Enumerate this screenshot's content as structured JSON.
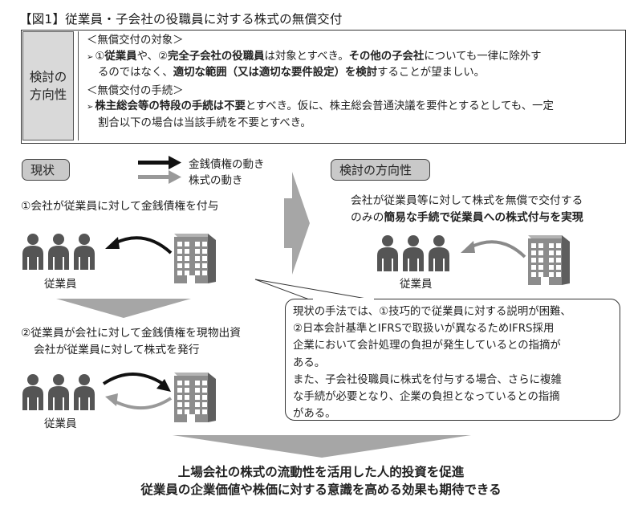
{
  "title": "【図1】従業員・子会社の役職員に対する株式の無償交付",
  "summary_box": {
    "side_label_line1": "検討の",
    "side_label_line2": "方向性",
    "section1_heading": "＜無償交付の対象＞",
    "section1_line1": [
      {
        "t": "①",
        "b": false
      },
      {
        "t": "従業員",
        "b": true
      },
      {
        "t": "や、②",
        "b": false
      },
      {
        "t": "完全子会社の役職員",
        "b": true
      },
      {
        "t": "は対象とすべき。",
        "b": false
      },
      {
        "t": "その他の子会社",
        "b": true
      },
      {
        "t": "についても一律に除外す",
        "b": false
      }
    ],
    "section1_line2": [
      {
        "t": "るのではなく、",
        "b": false
      },
      {
        "t": "適切な範囲（又は適切な要件設定）を検討",
        "b": true
      },
      {
        "t": "することが望ましい。",
        "b": false
      }
    ],
    "section2_heading": "＜無償交付の手続＞",
    "section2_line1": [
      {
        "t": "株主総会等の特段の手続は不要",
        "b": true
      },
      {
        "t": "とすべき。仮に、株主総会普通決議を要件とするとしても、一定",
        "b": false
      }
    ],
    "section2_line2": [
      {
        "t": "割合以下の場合は当該手続を不要とすべき。",
        "b": false
      }
    ],
    "bullet_glyph": "➢"
  },
  "legend": {
    "money_label": "金銭債権の動き",
    "stock_label": "株式の動き",
    "money_color": "#111111",
    "stock_color": "#888888"
  },
  "current": {
    "pill_label": "現状",
    "step1": "①会社が従業員に対して金銭債権を付与",
    "step2_line1": "②従業員が会社に対して金銭債権を現物出資",
    "step2_line2": "会社が従業員に対して株式を発行",
    "employee_label_1": "従業員",
    "employee_label_2": "従業員"
  },
  "proposal": {
    "pill_label": "検討の方向性",
    "desc_line1": "会社が従業員等に対して株式を無償で交付する",
    "desc_line2_plain": "のみの",
    "desc_line2_bold": "簡易な手続で従業員への株式付与を実現",
    "employee_label": "従業員"
  },
  "bubble": {
    "lines": [
      "現状の手法では、①技巧的で従業員に対する説明が困難、",
      "②日本会計基準とIFRSで取扱いが異なるためIFRS採用",
      "企業において会計処理の負担が発生しているとの指摘が",
      "ある。",
      "また、子会社役職員に株式を付与する場合、さらに複雑",
      "な手続が必要となり、企業の負担となっているとの指摘",
      "がある。"
    ]
  },
  "conclusion": {
    "line1": "上場会社の株式の流動性を活用した人的投資を促進",
    "line2": "従業員の企業価値や株価に対する意識を高める効果も期待できる"
  },
  "colors": {
    "pill_bg": "#c9c9c9",
    "side_bg": "#d9d9d9",
    "arrow_gray": "#a6a6a6",
    "icon_gray": "#555555",
    "building_front": "#8c8c8c",
    "building_side": "#5e5e5e",
    "building_top": "#b3b3b3"
  },
  "icons": {
    "people": "people-icon",
    "building": "building-icon",
    "flow_arrow": "arrow-icon"
  }
}
